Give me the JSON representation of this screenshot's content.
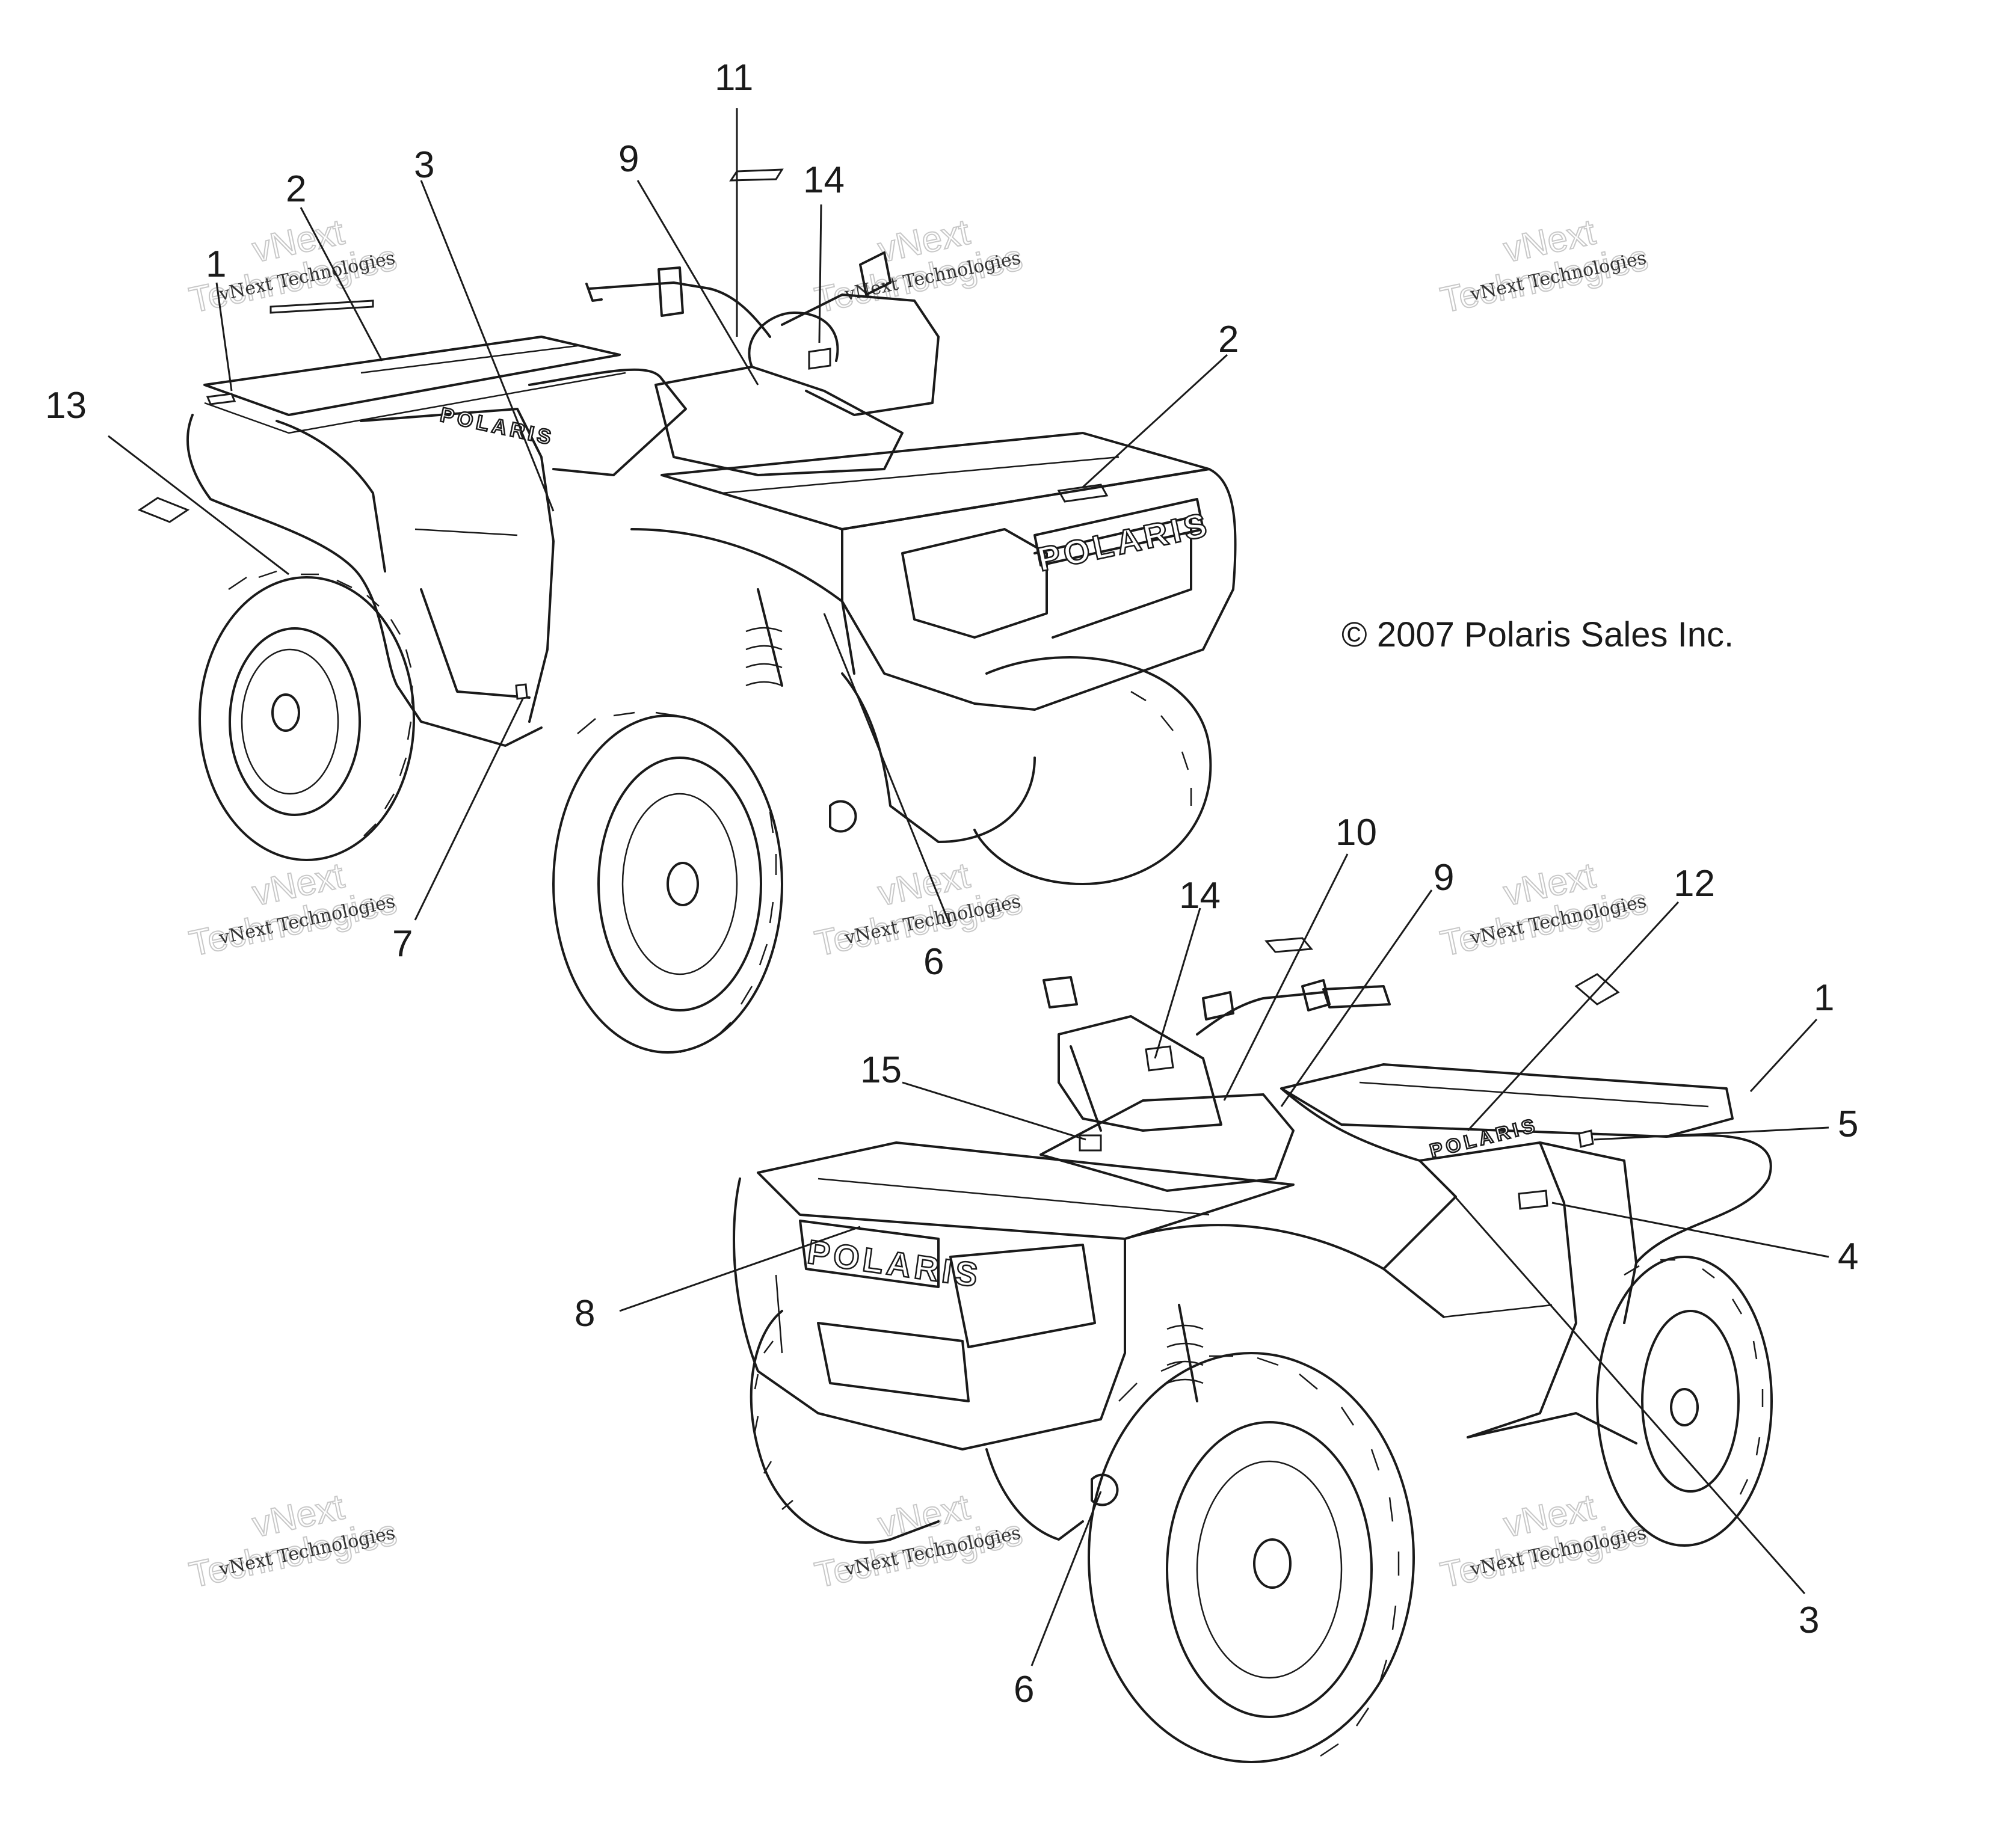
{
  "copyright": "© 2007 Polaris Sales Inc.",
  "brand_text": "POLARIS",
  "watermark": {
    "line1": "vNext Technologies",
    "line2": "vNext",
    "line3": "Technologies"
  },
  "callouts_upper": [
    "1",
    "2",
    "3",
    "9",
    "11",
    "14",
    "2",
    "13",
    "7",
    "6"
  ],
  "callouts_lower": [
    "10",
    "9",
    "12",
    "14",
    "1",
    "15",
    "5",
    "4",
    "8",
    "3",
    "6"
  ]
}
